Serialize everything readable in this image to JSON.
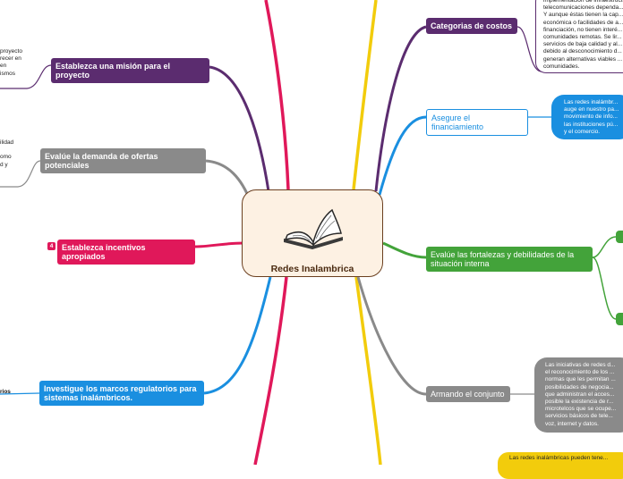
{
  "central": {
    "title": "Redes Inalambrica",
    "icon": "open-book-icon"
  },
  "branches": {
    "mision": {
      "label": "Establezca una misión para el proyecto",
      "color": "#5b2c6f"
    },
    "demanda": {
      "label": "Evalúe la demanda de ofertas potenciales",
      "color": "#8a8a8a"
    },
    "incentivos": {
      "label": "Establezca incentivos apropiados",
      "color": "#e0185a",
      "badge": "4"
    },
    "marcos": {
      "label": "Investigue los marcos regulatorios para sistemas inalámbricos.",
      "color": "#1a8fe0"
    },
    "costos": {
      "label": "Categorias de costos",
      "color": "#5b2c6f"
    },
    "financiamiento": {
      "label": "Asegure el financiamiento",
      "color": "#1a8fe0"
    },
    "fortalezas": {
      "label": "Evalúe las fortalezas y debilidades de la situación interna",
      "color": "#43a33a"
    },
    "conjunto": {
      "label": "Armando el conjunto",
      "color": "#8a8a8a"
    }
  },
  "texts": {
    "costos_note": "implementación de infraestructura en\ntelecomunicaciones dependa...\nY aunque éstas tienen la cap...\neconómica o facilidades de a...\nfinanciación, no tienen interé...\ncomunidades remotas. Se lir...\nservicios de baja calidad y al...\ndebido al desconocimiento d...\ngeneran alternativas viables ...\ncomunidades.",
    "financiamiento_note": "Las redes inalámbr...\nauge en nuestro pa...\nmovimiento de info...\nlas instituciones pú...\ny el comercio.",
    "conjunto_note": "Las iniciativas de redes d...\nel reconocimiento de los ...\nnormas que les permitan ...\nposibilidades de negocia...\nque administran el acces...\nposible la existencia de r...\nmicrotelcos que se ocupe...\nservicios básicos de tele...\nvoz, internet y datos.",
    "bottom_note": "Las redes inalámbricas pueden tene...",
    "mision_note": "proyecto\nrecer en\nen\nismos",
    "demanda_note": "ilidad\n\nomo\nd y",
    "marcos_note": "rios"
  }
}
